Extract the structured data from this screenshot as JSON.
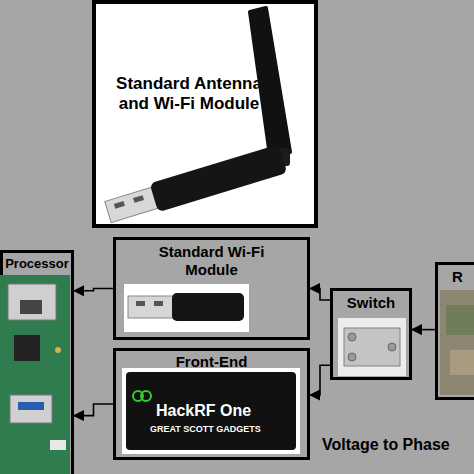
{
  "diagram": {
    "nodes": [
      {
        "text": [
          "Standard Antenna and Wi-Fi Module"
        ]
      },
      {
        "text": [
          "Processor"
        ]
      },
      {
        "text": [
          "Standard Wi-Fi Module"
        ]
      },
      {
        "text": [
          "Front-End"
        ]
      },
      {
        "text": [
          "Switch"
        ]
      },
      {
        "text": [
          "R"
        ]
      }
    ],
    "edges": [
      {
        "from": 2,
        "to": 1,
        "arrow": "to"
      },
      {
        "from": 3,
        "to": 1,
        "arrow": "to"
      },
      {
        "from": 4,
        "to": 2,
        "arrow": "to"
      },
      {
        "from": 4,
        "to": 3,
        "arrow": "to"
      },
      {
        "from": 5,
        "to": 4,
        "arrow": "to"
      }
    ],
    "labels": [
      "HackRF One",
      "GREAT SCOTT GADGETS",
      "Voltage to Phase"
    ]
  }
}
